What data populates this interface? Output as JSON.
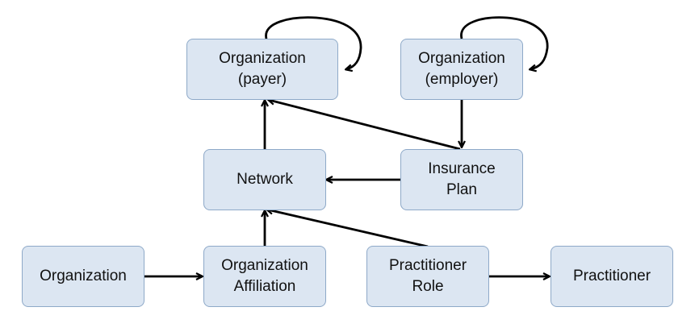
{
  "diagram": {
    "nodes": {
      "org_payer": {
        "label": "Organization\n(payer)"
      },
      "org_employer": {
        "label": "Organization\n(employer)"
      },
      "network": {
        "label": "Network"
      },
      "insurance_plan": {
        "label": "Insurance\nPlan"
      },
      "organization": {
        "label": "Organization"
      },
      "org_affiliation": {
        "label": "Organization\nAffiliation"
      },
      "practitioner_role": {
        "label": "Practitioner\nRole"
      },
      "practitioner": {
        "label": "Practitioner"
      }
    }
  }
}
